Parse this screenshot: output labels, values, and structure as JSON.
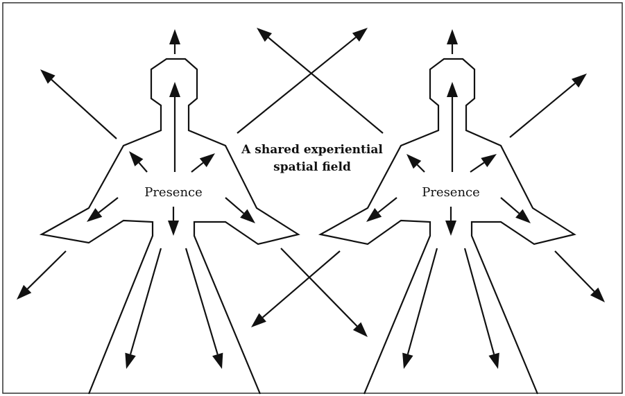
{
  "figure": {
    "field_label_line1": "A shared experiential",
    "field_label_line2": "spatial field",
    "left_figure_label": "Presence",
    "right_figure_label": "Presence"
  },
  "colors": {
    "ink": "#111111",
    "background": "#ffffff"
  }
}
